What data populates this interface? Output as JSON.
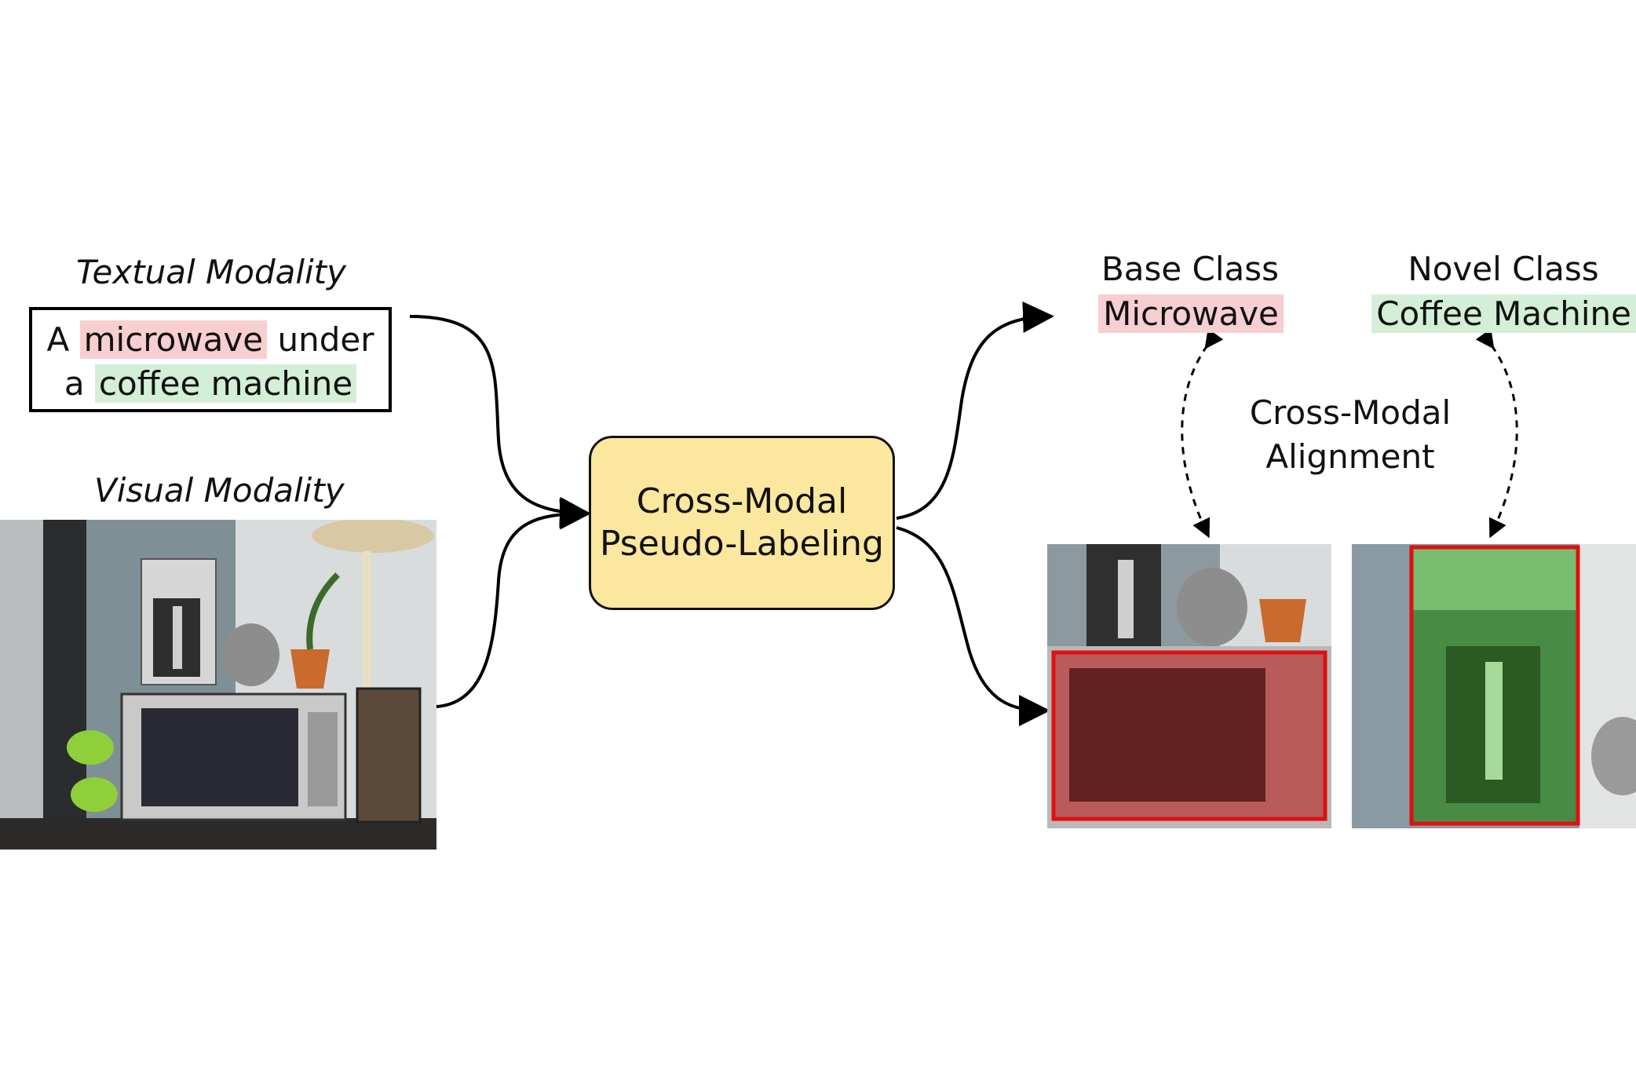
{
  "textual": {
    "heading": "Textual Modality",
    "line1_prefix": "A",
    "base_word": "microwave",
    "line1_suffix": "under",
    "line2_prefix": "a",
    "novel_word": "coffee machine"
  },
  "visual": {
    "heading": "Visual Modality"
  },
  "center": {
    "line1": "Cross-Modal",
    "line2": "Pseudo-Labeling"
  },
  "base": {
    "heading": "Base Class",
    "label": "Microwave"
  },
  "novel": {
    "heading": "Novel Class",
    "label": "Coffee Machine"
  },
  "alignment": {
    "line1": "Cross-Modal",
    "line2": "Alignment"
  },
  "colors": {
    "base_highlight": "#f7cfd1",
    "novel_highlight": "#d4efd7",
    "center_fill": "#fbe79e",
    "bbox": "#e01010"
  }
}
